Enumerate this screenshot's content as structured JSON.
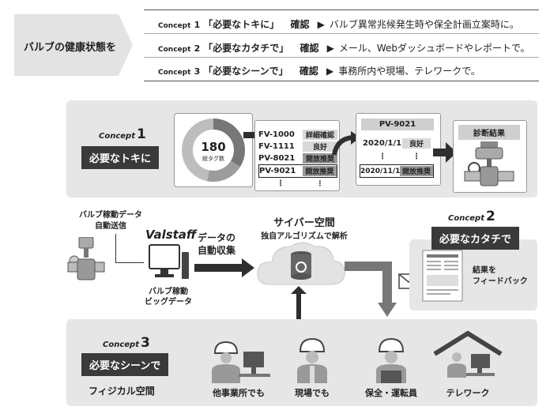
{
  "header": {
    "left_label": "バルブの健康状態を",
    "rows": [
      {
        "concept": "Concept",
        "num": "1",
        "what": "「必要なトキに」",
        "action": "確認",
        "detail": "バルブ異常兆候発生時や保全計画立案時に。"
      },
      {
        "concept": "Concept",
        "num": "2",
        "what": "「必要なカタチで」",
        "action": "確認",
        "detail": "メール、Webダッシュボードやレポートで。"
      },
      {
        "concept": "Concept",
        "num": "3",
        "what": "「必要なシーンで」",
        "action": "確認",
        "detail": "事務所内や現場、テレワークで。"
      }
    ]
  },
  "concept1": {
    "concept": "Concept",
    "num": "1",
    "title": "必要なトキに",
    "donut_value": "180",
    "donut_label": "総タグ数",
    "tags": [
      {
        "tag": "FV-1000",
        "status": "詳細確認"
      },
      {
        "tag": "FV-1111",
        "status": "良好"
      },
      {
        "tag": "PV-8021",
        "status": "開放推奨"
      },
      {
        "tag": "PV-9021",
        "status": "開放推奨"
      }
    ],
    "history_title": "PV-9021",
    "history": [
      {
        "date": "2020/1/1",
        "status": "良好"
      },
      {
        "date": "2020/11/1",
        "status": "開放推奨"
      }
    ],
    "result_title": "診断結果",
    "ellipsis": "⋮"
  },
  "middle": {
    "send_label_1": "バルブ稼動データ",
    "send_label_2": "自動送信",
    "logo": "Valstaff",
    "bigdata_1": "バルブ稼動",
    "bigdata_2": "ビッグデータ",
    "collect_1": "データの",
    "collect_2": "自動収集",
    "cyber_title": "サイバー空間",
    "cyber_sub": "独自アルゴリズムで解析"
  },
  "concept2": {
    "concept": "Concept",
    "num": "2",
    "title": "必要なカタチで",
    "feedback_1": "結果を",
    "feedback_2": "フィードバック"
  },
  "concept3": {
    "concept": "Concept",
    "num": "3",
    "title": "必要なシーンで",
    "physical": "フィジカル空間",
    "people": [
      "他事業所でも",
      "現場でも",
      "保全・運転員",
      "テレワーク"
    ]
  }
}
